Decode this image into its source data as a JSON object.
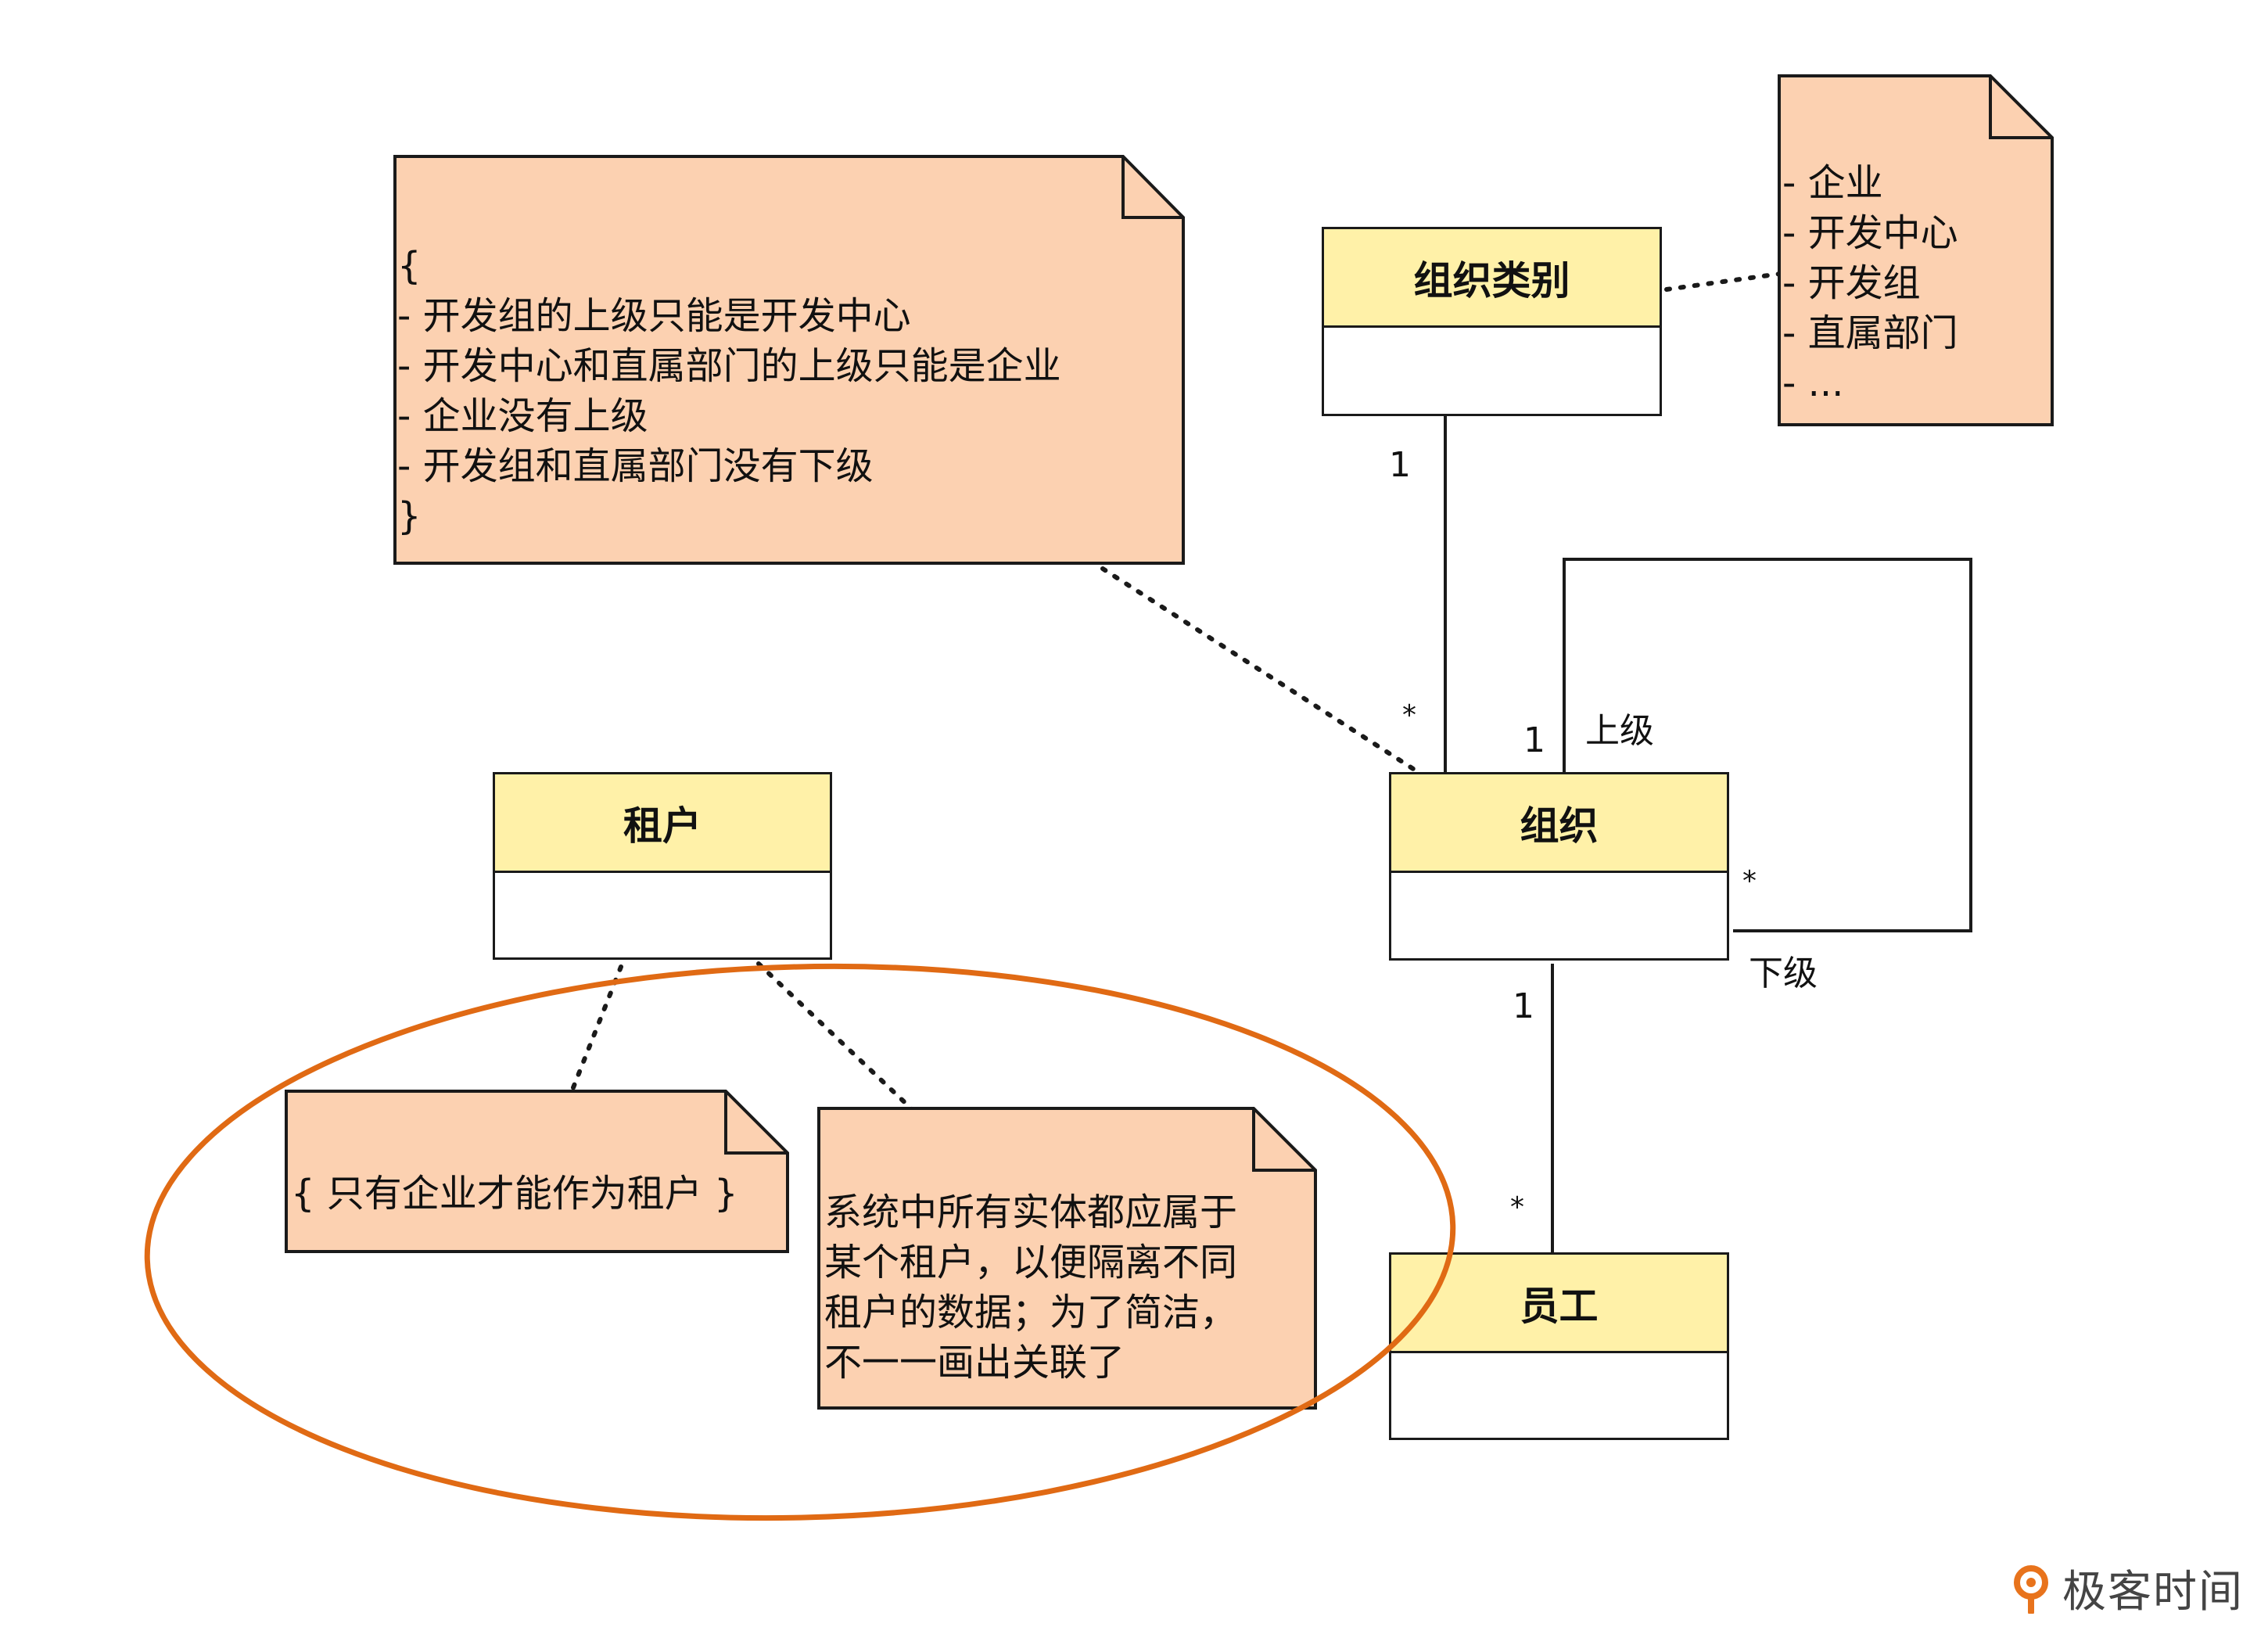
{
  "classes": {
    "org_category": {
      "name": "组织类别"
    },
    "tenant": {
      "name": "租户"
    },
    "organization": {
      "name": "组织"
    },
    "employee": {
      "name": "员工"
    }
  },
  "notes": {
    "constraints": {
      "lines": [
        "{",
        "- 开发组的上级只能是开发中心",
        "- 开发中心和直属部门的上级只能是企业",
        "- 企业没有上级",
        "- 开发组和直属部门没有下级",
        "}"
      ]
    },
    "category_values": {
      "lines": [
        "- 企业",
        "- 开发中心",
        "- 开发组",
        "- 直属部门",
        "- ..."
      ]
    },
    "tenant_rule": {
      "text": "{ 只有企业才能作为租户 }"
    },
    "tenant_scope": {
      "lines": [
        "系统中所有实体都应属于",
        "某个租户，以便隔离不同",
        "租户的数据；为了简洁，",
        "不一一画出关联了"
      ]
    }
  },
  "multiplicities": {
    "category_end": "1",
    "org_category_end": "*",
    "parent_end": "1",
    "parent_role": "上级",
    "child_end": "*",
    "child_role": "下级",
    "org_employee_end": "1",
    "employee_end": "*"
  },
  "brand": {
    "name": "极客时间"
  },
  "colors": {
    "class_header": "#fff1a8",
    "note_fill": "#fcd1b1",
    "highlight_ellipse": "#e06a14",
    "logo_accent": "#e8731c"
  }
}
